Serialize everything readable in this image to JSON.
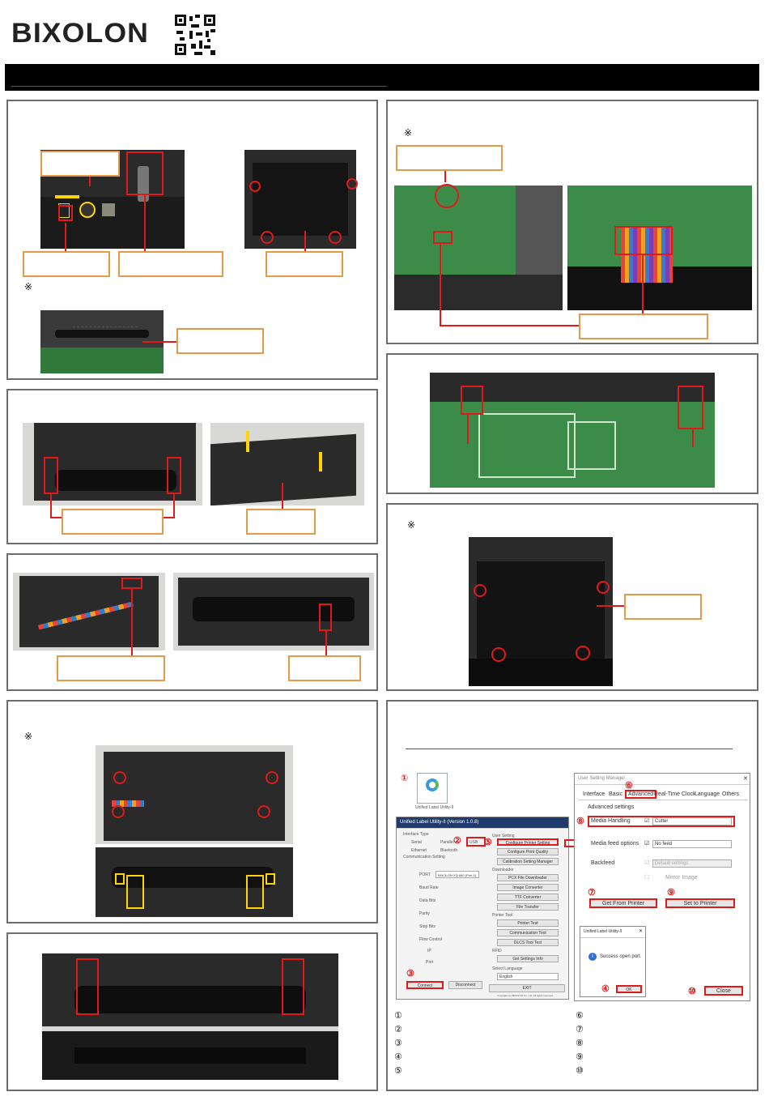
{
  "brand": {
    "logo_text": "BIXOLON"
  },
  "notes": {
    "symbol": "※"
  },
  "utility": {
    "icon_caption": "Unified Label Utility-II",
    "main_window_title": "Unified Label Utility-II (Version 1.0.8)",
    "interface_group": "Interface Type",
    "radio_serial": "Serial",
    "radio_parallel": "Parallel",
    "radio_usb": "USB",
    "radio_ethernet": "Ethernet",
    "radio_bluetooth": "Bluetooth",
    "comm_group": "Communication Setting",
    "field_port": "PORT",
    "field_baud": "Baud Rate",
    "field_databits": "Data Bits",
    "field_parity": "Parity",
    "field_stopbits": "Stop Bits",
    "field_flow": "Flow Control",
    "field_ip": "IP",
    "field_port2": "Port",
    "port_value": "BIXOLON XQ-840 (Port 1)",
    "user_setting_group": "User Setting",
    "btn_configure": "Configure Printer Setting",
    "btn_print_quality": "Configure Print Quality",
    "btn_calibration": "Calibration Setting Manager",
    "downloader_group": "Downloader",
    "btn_font_downloader": "PCX File Downloader",
    "btn_image_converter": "Image Converter",
    "btn_ttf": "TTF Converter",
    "btn_file_transfer": "File Transfer",
    "printer_tool_group": "Printer Tool",
    "btn_printer_test": "Printer Test",
    "btn_comm_tool": "Communication Tool",
    "btn_dlcs": "DLCS Tool Test",
    "rfid_label": "RFID",
    "btn_get_settings": "Get Settings Info",
    "select_language": "Select Language",
    "language_value": "English",
    "btn_exit": "EXIT",
    "btn_connect": "Connect",
    "btn_disconnect": "Disconnect",
    "copyright": "Copyright (C) BIXOLON Co., Ltd. All rights reserved.",
    "manager_title": "User Setting Manager",
    "tab_interface": "Interface",
    "tab_basic": "Basic",
    "tab_advanced": "Advanced",
    "tab_rtc": "Real-Time Clock",
    "tab_language": "Language",
    "tab_others": "Others",
    "advanced_settings": "Advanced settings",
    "media_handling": "Media Handling",
    "media_handling_value": "Cutter",
    "media_feed_options": "Media feed options",
    "media_feed_value": "No feed",
    "backfeed": "Backfeed",
    "backfeed_value": "Default settings",
    "mirror_image": "Mirror Image",
    "btn_get_from_printer": "Get From Printer",
    "btn_set_to_printer": "Set to Printer",
    "dialog_title": "Unified Label Utility-II",
    "dialog_message": "Success open port.",
    "btn_ok": "OK",
    "btn_close": "Close"
  },
  "step_markers": [
    "①",
    "②",
    "③",
    "④",
    "⑤",
    "⑥",
    "⑦",
    "⑧",
    "⑨",
    "⑩"
  ]
}
